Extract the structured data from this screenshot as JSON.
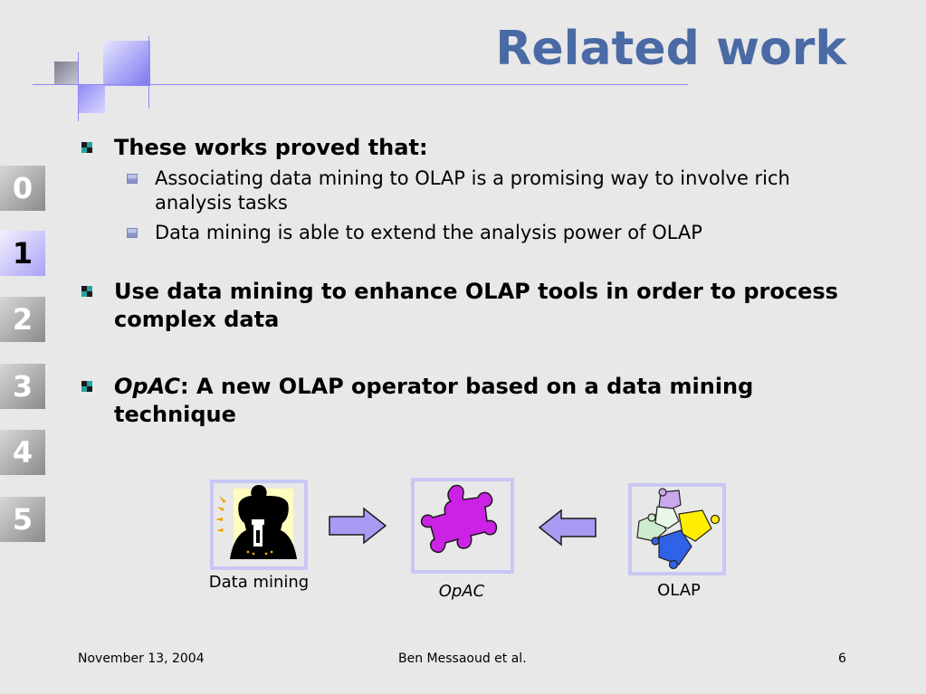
{
  "slide": {
    "title": "Related work",
    "section_tabs": [
      "0",
      "1",
      "2",
      "3",
      "4",
      "5"
    ],
    "active_tab": "1",
    "bullets": [
      {
        "text": "These works proved that:",
        "sub": [
          "Associating data mining to OLAP is a promising way to involve rich analysis tasks",
          "Data mining is able to extend the analysis power of OLAP"
        ]
      },
      {
        "text": "Use data mining to enhance OLAP tools in order to process complex data"
      },
      {
        "italic": "OpAC",
        "text": ": A new OLAP operator based on a data mining technique"
      }
    ],
    "diagram": {
      "left_caption": "Data mining",
      "center_caption": "OpAC",
      "right_caption": "OLAP"
    },
    "footer": {
      "date": "November 13, 2004",
      "author": "Ben Messaoud et al.",
      "page": "6"
    },
    "colors": {
      "title": "#4a6aa5",
      "accent": "#8e86f0",
      "arrow_fill": "#a79af2",
      "puzzle_center": "#cc22e6"
    }
  }
}
